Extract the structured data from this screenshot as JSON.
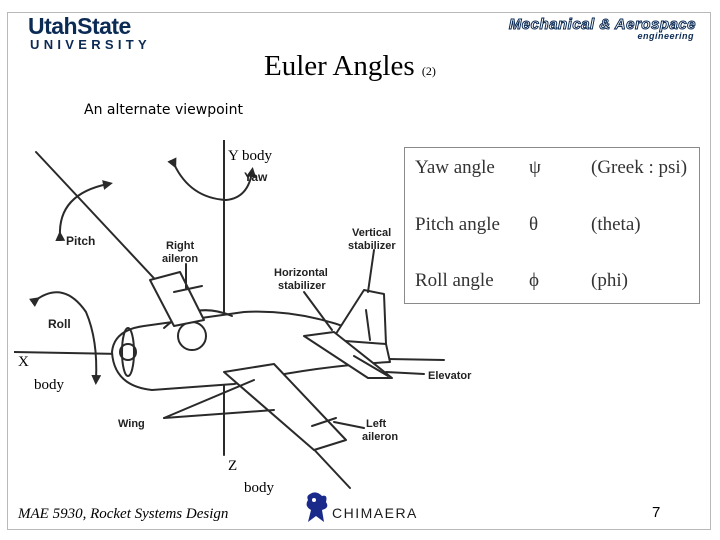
{
  "header": {
    "university_logo": {
      "line1": "UtahState",
      "line2": "UNIVERSITY"
    },
    "department_logo": {
      "line1": "Mechanical & Aerospace",
      "line2": "engineering"
    }
  },
  "slide": {
    "title": "Euler Angles",
    "title_suffix": "(2)",
    "subtitle": "An alternate viewpoint"
  },
  "figure": {
    "labels": {
      "y_axis": "Y body",
      "x_axis_letter": "X",
      "x_axis_word": "body",
      "z_axis_letter": "Z",
      "z_axis_word": "body",
      "yaw": "Yaw",
      "pitch": "Pitch",
      "roll": "Roll",
      "right_aileron_line1": "Right",
      "right_aileron_line2": "aileron",
      "vertical_stabilizer_line1": "Vertical",
      "vertical_stabilizer_line2": "stabilizer",
      "horizontal_stabilizer_line1": "Horizontal",
      "horizontal_stabilizer_line2": "stabilizer",
      "elevator": "Elevator",
      "wing": "Wing",
      "left_aileron_line1": "Left",
      "left_aileron_line2": "aileron"
    }
  },
  "angle_table": {
    "rows": [
      {
        "name": "Yaw angle",
        "symbol": "ψ",
        "greek": "(Greek : psi)"
      },
      {
        "name": "Pitch angle",
        "symbol": "θ",
        "greek": "(theta)"
      },
      {
        "name": "Roll angle",
        "symbol": "ϕ",
        "greek": "(phi)"
      }
    ]
  },
  "footer": {
    "course": "MAE 5930, Rocket Systems Design",
    "logo_text": "CHIMAERA",
    "page_number": "7"
  },
  "colors": {
    "usu_navy": "#0b2a54",
    "frame_border": "#b9b9b9",
    "drawing_line": "#2a2a2a"
  }
}
